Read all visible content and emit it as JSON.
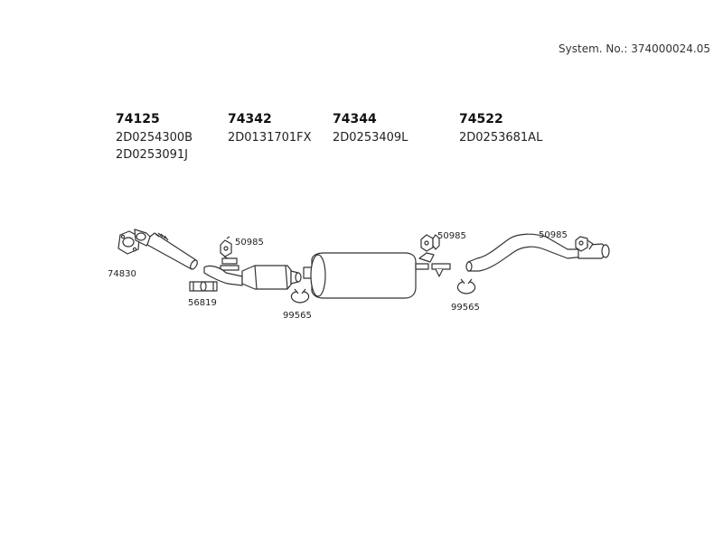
{
  "system_number": "System. No.: 374000024.05",
  "parts": [
    {
      "number": "74125",
      "oe": [
        "2D0254300B",
        "2D0253091J"
      ]
    },
    {
      "number": "74342",
      "oe": [
        "2D0131701FX"
      ]
    },
    {
      "number": "74344",
      "oe": [
        "2D0253409L"
      ]
    },
    {
      "number": "74522",
      "oe": [
        "2D0253681AL"
      ]
    }
  ],
  "callouts": {
    "gasket": "74830",
    "clamp": "56819",
    "hanger_front": "50985",
    "hanger_mid": "50985",
    "hanger_rear": "50985",
    "ring_front": "99565",
    "ring_rear": "99565"
  }
}
